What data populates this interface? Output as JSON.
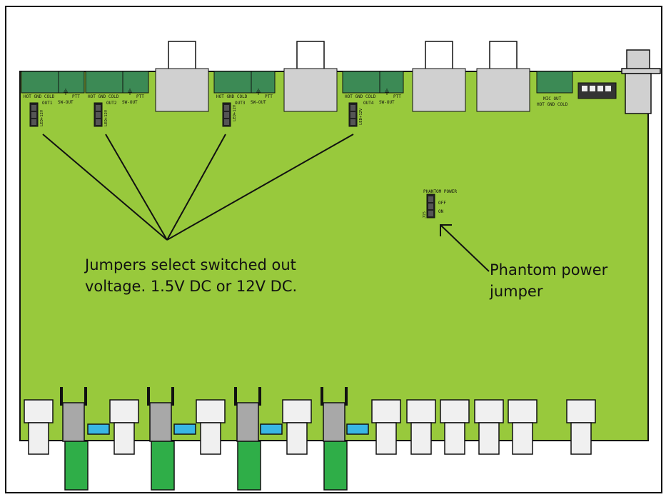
{
  "colors": {
    "board": "#98c93c",
    "terminal": "#3c8a55",
    "connector": "#d0d0d0",
    "cable": "#2fae48",
    "blue_block": "#39b6e4",
    "outline": "#111111"
  },
  "outputs": [
    {
      "pins": "HOT GND COLD",
      "label": "OUT1",
      "sw": "SW-OUT",
      "jumper": "LED+12V"
    },
    {
      "pins": "HOT GND COLD",
      "label": "OUT2",
      "sw": "SW-OUT",
      "jumper": "LED+12V"
    },
    {
      "pins": "HOT GND COLD",
      "label": "OUT3",
      "sw": "SW-OUT",
      "jumper": "LED+12V"
    },
    {
      "pins": "HOT GND COLD",
      "label": "OUT4",
      "sw": "SW-OUT",
      "jumper": "LED+12V"
    }
  ],
  "ptt_label": "PTT",
  "mic_out": {
    "label": "MIC OUT",
    "pins": "HOT GND COLD"
  },
  "phantom": {
    "title": "PHANTOM POWER",
    "off": "OFF",
    "on": "ON",
    "ref": "J15"
  },
  "annotations": {
    "jumpers_line1": "Jumpers select switched out",
    "jumpers_line2": "voltage. 1.5V DC or 12V DC.",
    "phantom_line1": "Phantom power",
    "phantom_line2": "jumper"
  },
  "icons": [
    "ground-icon",
    "arrow-pointer-icon"
  ]
}
